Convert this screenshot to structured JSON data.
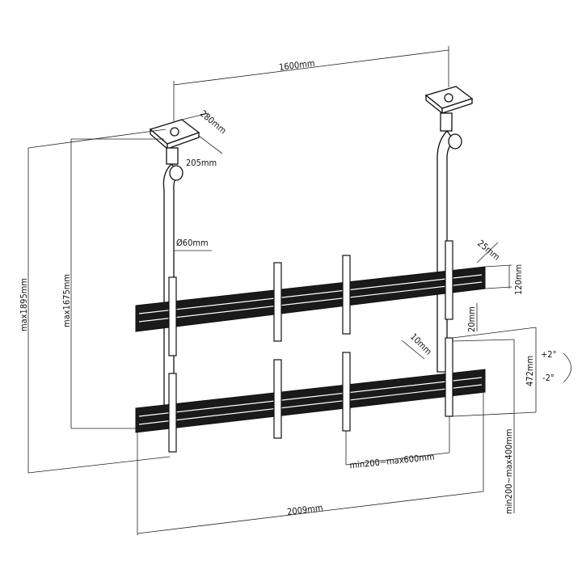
{
  "labels": {
    "width_between_poles": "1600mm",
    "plate_length": "280mm",
    "plate_width": "205mm",
    "pole_diameter": "Ø60mm",
    "max_height_total": "max1895mm",
    "max_height_rail": "max1675mm",
    "rail_depth": "25mm",
    "rail_height": "120mm",
    "bracket_gap": "20mm",
    "bracket_depth": "10mm",
    "bracket_length": "472mm",
    "tilt_up": "+2°",
    "tilt_down": "-2°",
    "bracket_spacing": "min200~max600mm",
    "rail_length": "2009mm",
    "rail_spacing": "min200~max400mm"
  }
}
